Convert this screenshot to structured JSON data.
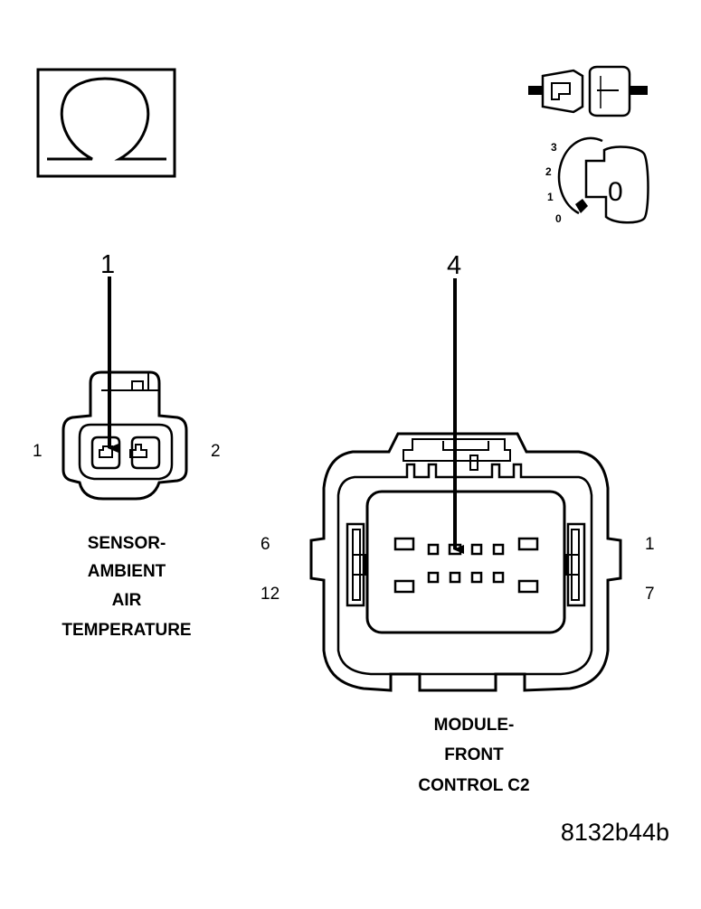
{
  "ohm_symbol": "Ω",
  "key_switch": {
    "positions": [
      "3",
      "2",
      "1",
      "0"
    ],
    "key_label": "0"
  },
  "sensor_connector": {
    "callout": "1",
    "pin_left": "1",
    "pin_right": "2",
    "name_lines": [
      "SENSOR-",
      "AMBIENT",
      "AIR",
      "TEMPERATURE"
    ]
  },
  "module_connector": {
    "callout": "4",
    "pins_left_top": "6",
    "pins_left_bottom": "12",
    "pins_right_top": "1",
    "pins_right_bottom": "7",
    "name_lines": [
      "MODULE-",
      "FRONT",
      "CONTROL C2"
    ]
  },
  "figure_id": "8132b44b"
}
